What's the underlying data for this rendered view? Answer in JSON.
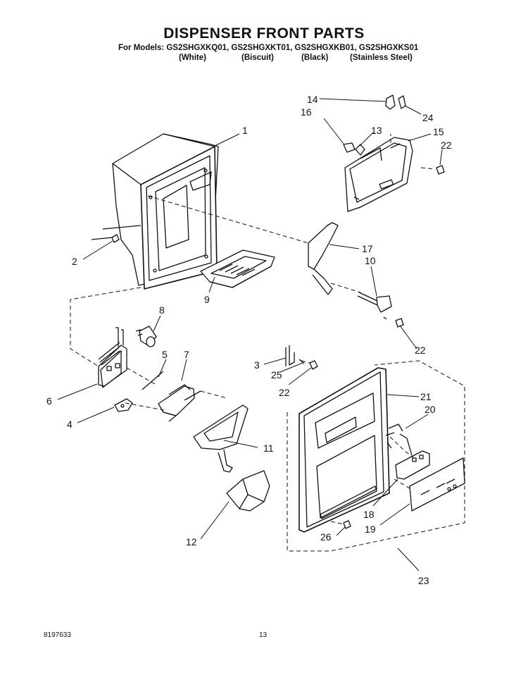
{
  "title": "DISPENSER FRONT PARTS",
  "models_line": "For Models: GS2SHGXKQ01, GS2SHGXKT01, GS2SHGXKB01, GS2SHGXKS01",
  "colors": [
    "(White)",
    "(Biscuit)",
    "(Black)",
    "(Stainless Steel)"
  ],
  "callouts": [
    "1",
    "2",
    "3",
    "4",
    "5",
    "6",
    "7",
    "8",
    "9",
    "10",
    "11",
    "12",
    "13",
    "14",
    "15",
    "16",
    "17",
    "18",
    "19",
    "20",
    "21",
    "22",
    "22",
    "22",
    "23",
    "24",
    "25",
    "26"
  ],
  "footer": {
    "doc_number": "8197633",
    "page_number": "13"
  }
}
